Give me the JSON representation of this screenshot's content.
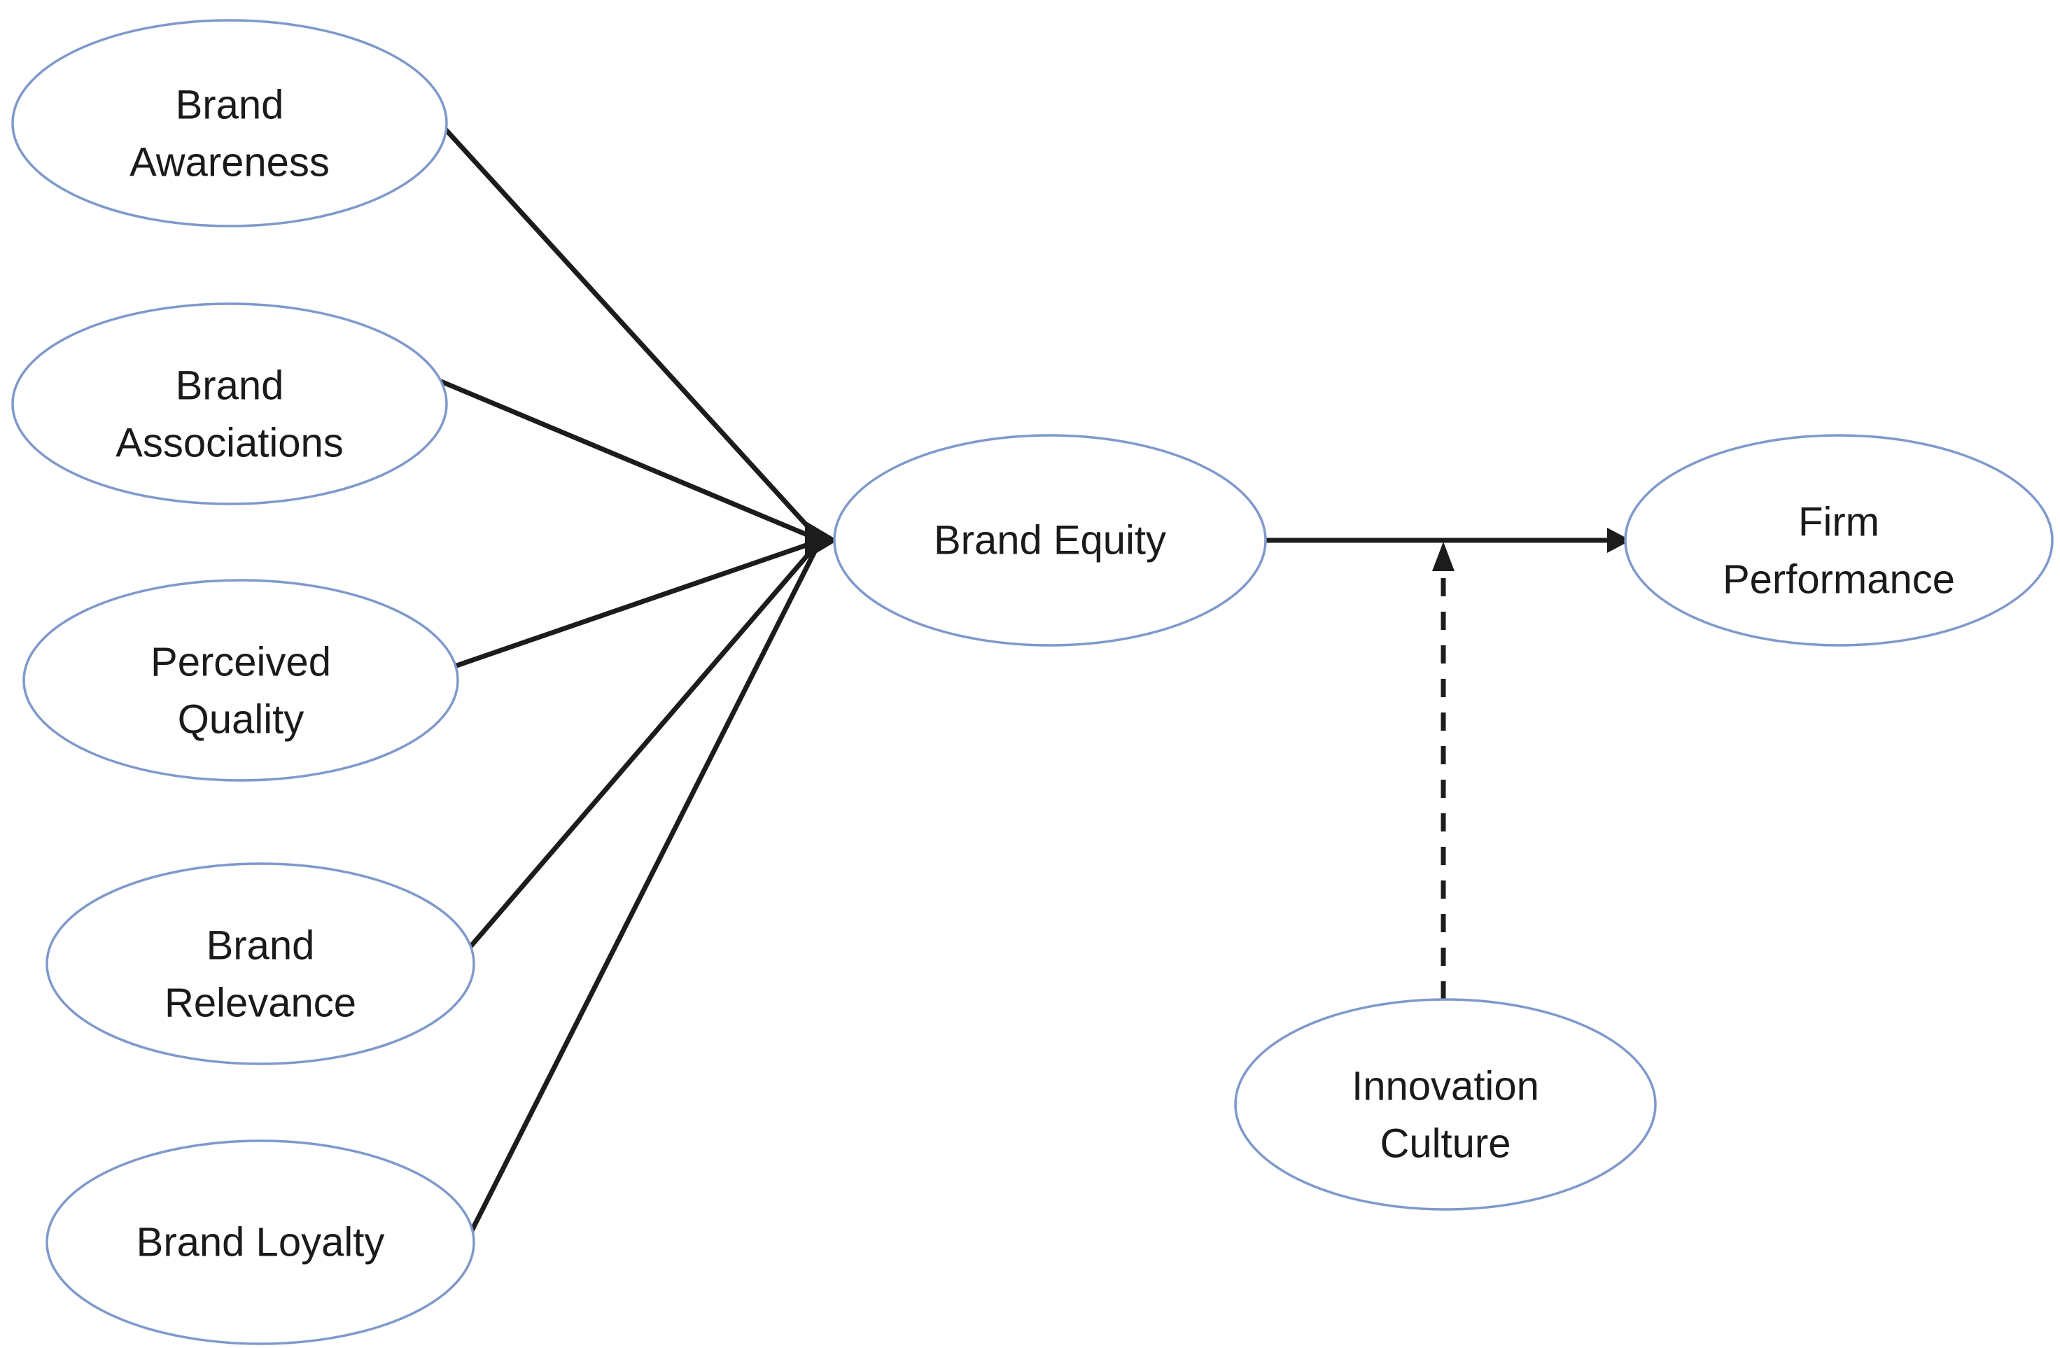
{
  "diagram": {
    "title": "Brand equity conceptual model",
    "colors": {
      "background": "#ffffff",
      "ellipse_stroke": "#7f99cb",
      "ellipse_fill": "#ffffff",
      "line": "#1c1c1c",
      "text": "#1a1a1a"
    },
    "nodes": {
      "brand_awareness": {
        "label": "Brand Awareness",
        "line1": "Brand",
        "line2": "Awareness"
      },
      "brand_associations": {
        "label": "Brand Associations",
        "line1": "Brand",
        "line2": "Associations"
      },
      "perceived_quality": {
        "label": "Perceived Quality",
        "line1": "Perceived",
        "line2": "Quality"
      },
      "brand_relevance": {
        "label": "Brand Relevance",
        "line1": "Brand",
        "line2": "Relevance"
      },
      "brand_loyalty": {
        "label": "Brand Loyalty",
        "line1": "Brand Loyalty"
      },
      "brand_equity": {
        "label": "Brand Equity",
        "line1": "Brand Equity"
      },
      "firm_performance": {
        "label": "Firm Performance",
        "line1": "Firm",
        "line2": "Performance"
      },
      "innovation_culture": {
        "label": "Innovation Culture",
        "line1": "Innovation",
        "line2": "Culture"
      }
    },
    "edges": [
      {
        "from": "brand_awareness",
        "to": "brand_equity",
        "style": "solid",
        "arrow": true
      },
      {
        "from": "brand_associations",
        "to": "brand_equity",
        "style": "solid",
        "arrow": true
      },
      {
        "from": "perceived_quality",
        "to": "brand_equity",
        "style": "solid",
        "arrow": true
      },
      {
        "from": "brand_relevance",
        "to": "brand_equity",
        "style": "solid",
        "arrow": true
      },
      {
        "from": "brand_loyalty",
        "to": "brand_equity",
        "style": "solid",
        "arrow": true
      },
      {
        "from": "brand_equity",
        "to": "firm_performance",
        "style": "solid",
        "arrow": true
      },
      {
        "from": "innovation_culture",
        "to": "brand_equity->firm_performance",
        "style": "dashed",
        "arrow": true,
        "role": "moderator"
      }
    ]
  }
}
